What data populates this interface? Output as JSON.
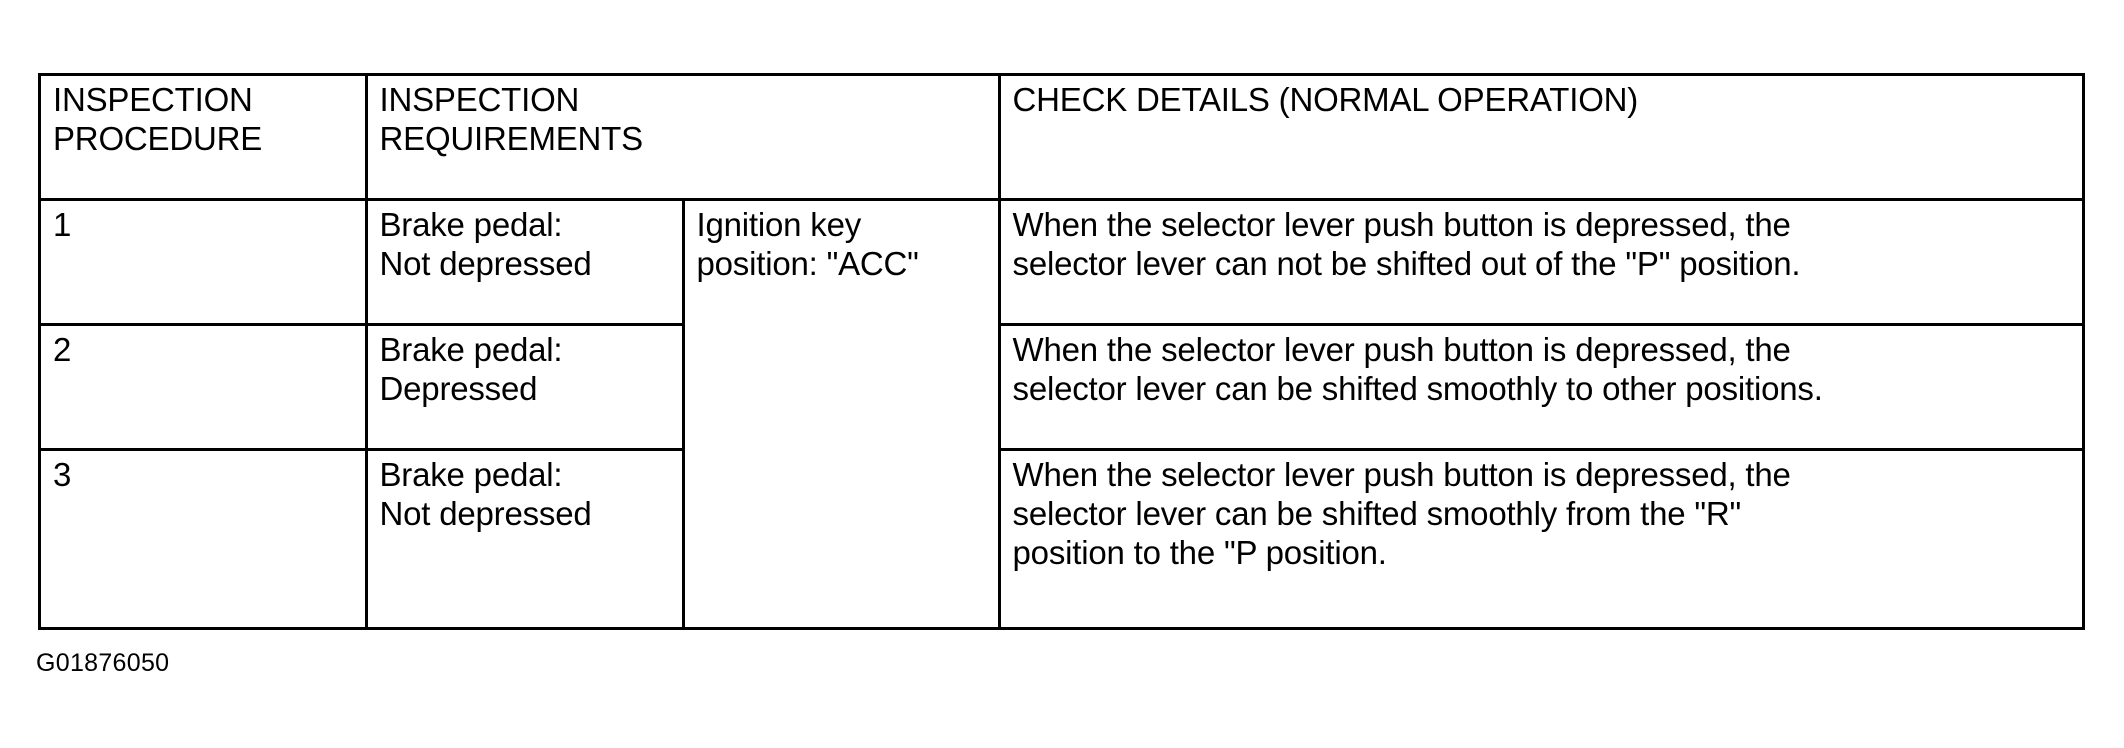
{
  "table": {
    "headers": {
      "procedure": "INSPECTION\nPROCEDURE",
      "requirements": "INSPECTION\nREQUIREMENTS",
      "check_details": "CHECK DETAILS (NORMAL OPERATION)"
    },
    "ignition_key_condition": "Ignition key\nposition: \"ACC\"",
    "rows": [
      {
        "procedure": "1",
        "requirement": "Brake pedal:\nNot depressed",
        "check_detail": "When the selector lever push button is depressed, the\nselector lever can not be shifted out of the \"P\" position."
      },
      {
        "procedure": "2",
        "requirement": "Brake pedal:\nDepressed",
        "check_detail": "When the selector lever push button is depressed, the\nselector lever can be shifted smoothly to other positions."
      },
      {
        "procedure": "3",
        "requirement": "Brake pedal:\nNot depressed",
        "check_detail": "When the selector lever push button is depressed, the\nselector lever can be shifted smoothly from the \"R\"\nposition to the \"P position."
      }
    ]
  },
  "figure_code": "G01876050",
  "colors": {
    "border": "#000000",
    "text": "#000000",
    "background": "#ffffff"
  }
}
